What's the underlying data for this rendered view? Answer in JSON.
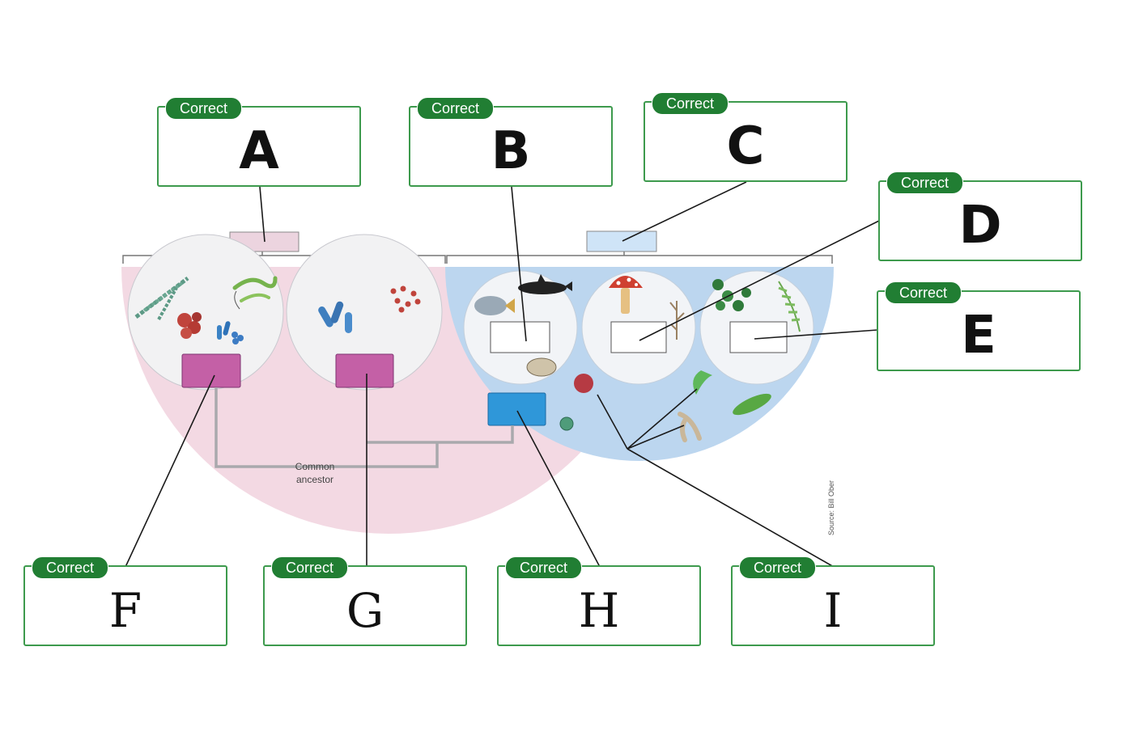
{
  "diagram": {
    "common_ancestor_line1": "Common",
    "common_ancestor_line2": "ancestor",
    "source_credit": "Source: Bill Ober",
    "colors": {
      "correct_badge": "#217e33",
      "box_border": "#3d9a4d",
      "prokaryote_region": "#f3d9e3",
      "eukaryote_region": "#bcd6ef",
      "prokaryote_label": "#c460a6",
      "protist_label": "#2f97d9"
    }
  },
  "answer_boxes": [
    {
      "id": "A",
      "status": "Correct",
      "value": "A"
    },
    {
      "id": "B",
      "status": "Correct",
      "value": "B"
    },
    {
      "id": "C",
      "status": "Correct",
      "value": "C"
    },
    {
      "id": "D",
      "status": "Correct",
      "value": "D"
    },
    {
      "id": "E",
      "status": "Correct",
      "value": "E"
    },
    {
      "id": "F",
      "status": "Correct",
      "value": "F"
    },
    {
      "id": "G",
      "status": "Correct",
      "value": "G"
    },
    {
      "id": "H",
      "status": "Correct",
      "value": "H"
    },
    {
      "id": "I",
      "status": "Correct",
      "value": "I"
    }
  ]
}
